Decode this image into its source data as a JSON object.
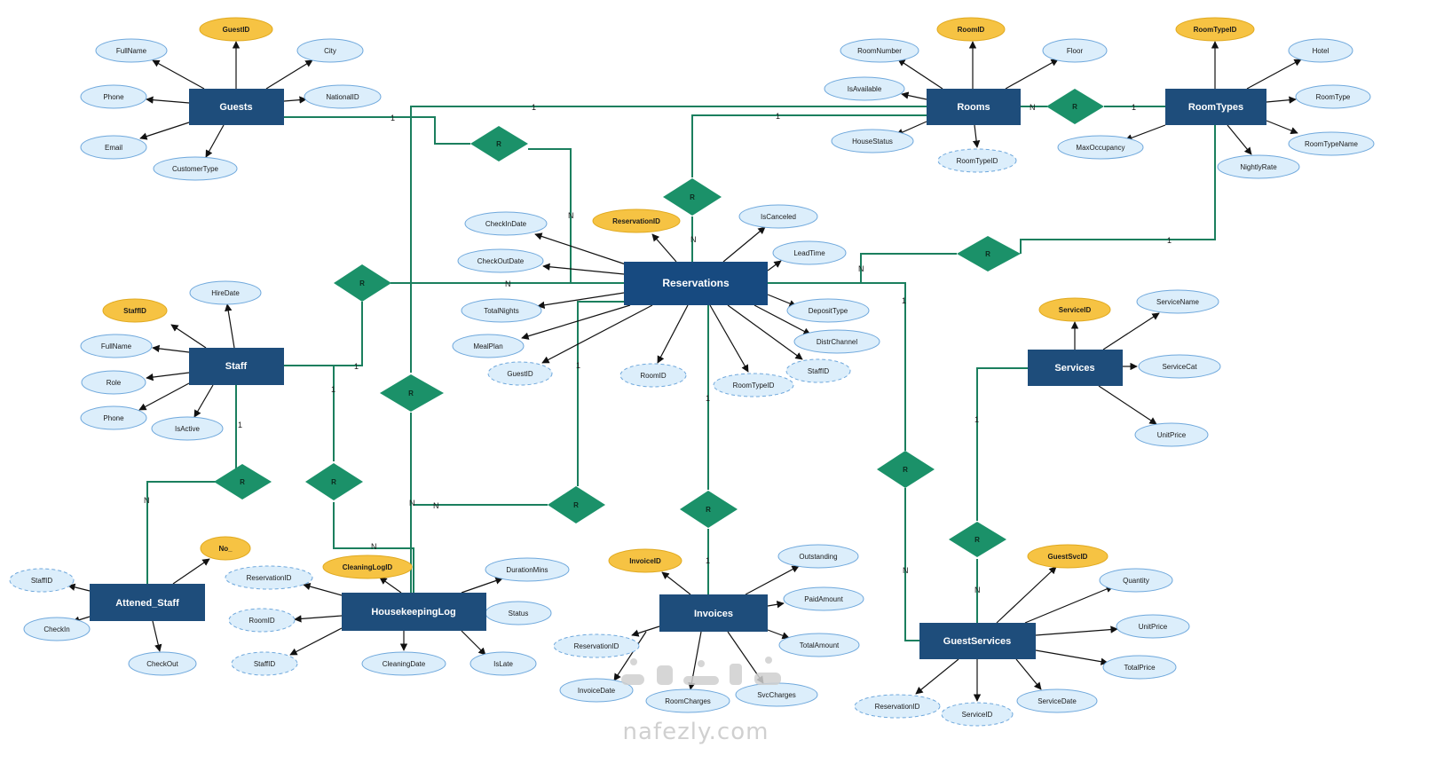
{
  "colors": {
    "entity": "#1e4d7b",
    "attribute_fill": "#dceefb",
    "attribute_stroke": "#6fa8dc",
    "key_fill": "#f6c343",
    "key_stroke": "#e0a91f",
    "relationship": "#1b9169",
    "connector": "#1b7f5e",
    "arrow": "#111111"
  },
  "entities": {
    "guests": "Guests",
    "rooms": "Rooms",
    "roomtypes": "RoomTypes",
    "reservations": "Reservations",
    "staff": "Staff",
    "services": "Services",
    "attened_staff": "Attened_Staff",
    "housekeepinglog": "HousekeepingLog",
    "invoices": "Invoices",
    "guestservices": "GuestServices"
  },
  "attributes": {
    "guest_id": "GuestID",
    "guest_fullname": "FullName",
    "guest_city": "City",
    "guest_phone": "Phone",
    "guest_nationalid": "NationalID",
    "guest_email": "Email",
    "guest_customertype": "CustomerType",
    "room_id": "RoomID",
    "room_number": "RoomNumber",
    "room_floor": "Floor",
    "room_isavailable": "IsAvailable",
    "room_housestatus": "HouseStatus",
    "room_roomtypeid": "RoomTypeID",
    "rt_id": "RoomTypeID",
    "rt_hotel": "Hotel",
    "rt_roomtype": "RoomType",
    "rt_maxoccupancy": "MaxOccupancy",
    "rt_roomtypename": "RoomTypeName",
    "rt_nightlyrate": "NightlyRate",
    "res_id": "ReservationID",
    "res_checkindate": "CheckInDate",
    "res_iscanceled": "IsCanceled",
    "res_checkoutdate": "CheckOutDate",
    "res_leadtime": "LeadTime",
    "res_totalnights": "TotalNights",
    "res_deposittype": "DepositType",
    "res_mealplan": "MealPlan",
    "res_distrchannel": "DistrChannel",
    "res_guestid": "GuestID",
    "res_roomid": "RoomID",
    "res_roomtypeid": "RoomTypeID",
    "res_staffid": "StaffID",
    "staff_id": "StaffID",
    "staff_hiredate": "HireDate",
    "staff_fullname": "FullName",
    "staff_role": "Role",
    "staff_phone": "Phone",
    "staff_isactive": "IsActive",
    "svc_id": "ServiceID",
    "svc_name": "ServiceName",
    "svc_cat": "ServiceCat",
    "svc_unitprice": "UnitPrice",
    "as_no": "No_",
    "as_staffid": "StaffID",
    "as_checkin": "CheckIn",
    "as_checkout": "CheckOut",
    "hk_id": "CleaningLogID",
    "hk_reservationid": "ReservationID",
    "hk_durationmins": "DurationMins",
    "hk_roomid": "RoomID",
    "hk_status": "Status",
    "hk_staffid": "StaffID",
    "hk_cleaningdate": "CleaningDate",
    "hk_islate": "IsLate",
    "inv_id": "InvoiceID",
    "inv_outstanding": "Outstanding",
    "inv_paidamount": "PaidAmount",
    "inv_reservationid": "ReservationID",
    "inv_totalamount": "TotalAmount",
    "inv_invoicedate": "InvoiceDate",
    "inv_roomcharges": "RoomCharges",
    "inv_svccharges": "SvcCharges",
    "gs_id": "GuestSvcID",
    "gs_quantity": "Quantity",
    "gs_unitprice": "UnitPrice",
    "gs_totalprice": "TotalPrice",
    "gs_servicedate": "ServiceDate",
    "gs_reservationid": "ReservationID",
    "gs_serviceid": "ServiceID"
  },
  "relationships": {
    "r_guest_res": "R",
    "r_room_res": "R",
    "r_room_rt": "R",
    "r_rt_res": "R",
    "r_staff_res": "R",
    "r_room_hk": "R",
    "r_staff_as": "R",
    "r_staff_hk": "R",
    "r_res_hk": "R",
    "r_res_inv": "R",
    "r_res_gs": "R",
    "r_svc_gs": "R"
  },
  "cardinalities": {
    "guest_side": "1",
    "guest_res_side": "N",
    "room_res_room": "1",
    "room_res_res": "N",
    "room_rt_room": "N",
    "room_rt_rt": "1",
    "rt_res_rt": "1",
    "rt_res_res": "N",
    "staff_res_staff": "1",
    "staff_res_res": "N",
    "room_hk_room": "1",
    "room_hk_hk": "N",
    "staff_as_staff": "1",
    "staff_as_as": "N",
    "staff_hk_staff": "1",
    "staff_hk_hk": "N",
    "res_hk_res": "1",
    "res_hk_hk": "N",
    "res_inv_res": "1",
    "res_inv_inv": "1",
    "res_gs_res": "1",
    "res_gs_gs": "N",
    "svc_gs_svc": "1",
    "svc_gs_gs": "N"
  },
  "watermark": {
    "brand": "nafezly.com"
  }
}
